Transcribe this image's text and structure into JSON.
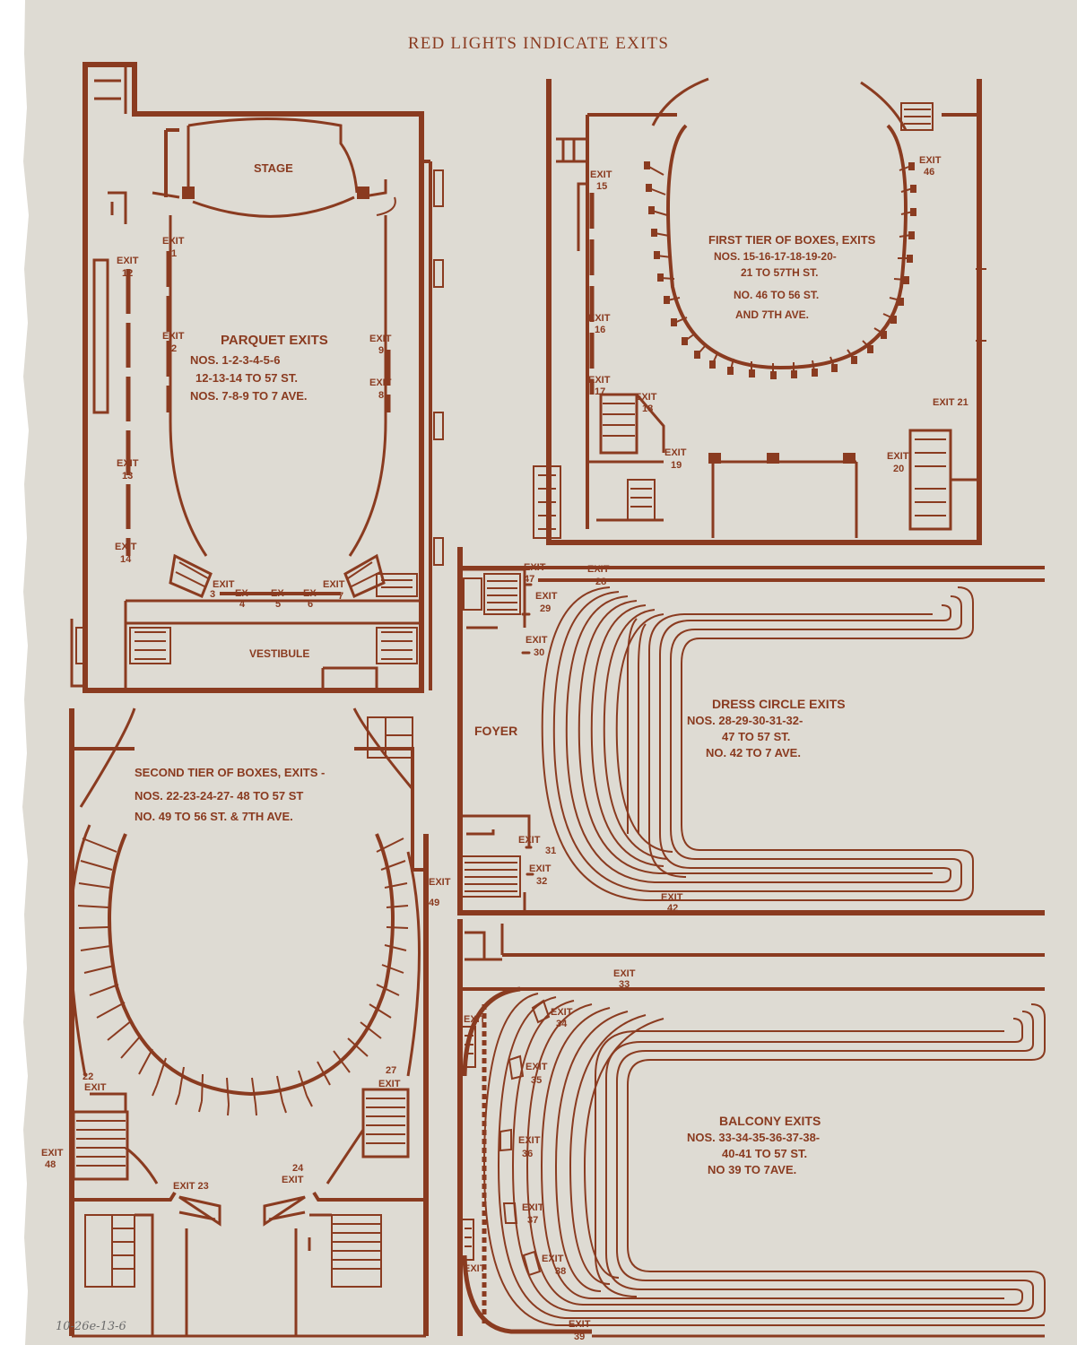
{
  "header": "RED LIGHTS INDICATE EXITS",
  "handwritten_note": "10-26e-13-6",
  "colors": {
    "ink": "#8a3b20",
    "paper": "#dedbd3"
  },
  "parquet": {
    "stage": "STAGE",
    "vestibule": "VESTIBULE",
    "title": "PARQUET EXITS",
    "line1": "NOS. 1-2-3-4-5-6",
    "line2": "12-13-14 TO 57 ST.",
    "line3": "NOS. 7-8-9 TO 7 AVE.",
    "exit_word": "EXIT",
    "ex_word": "EX",
    "exits": [
      "1",
      "2",
      "3",
      "4",
      "5",
      "6",
      "7",
      "8",
      "9",
      "12",
      "13",
      "14"
    ]
  },
  "first_tier": {
    "line1": "FIRST TIER OF BOXES, EXITS",
    "line2": "NOS. 15-16-17-18-19-20-",
    "line3": "21 TO 57TH ST.",
    "line4": "NO. 46 TO 56 ST.",
    "line5": "AND 7TH AVE.",
    "exit_word": "EXIT",
    "exit_21": "EXIT 21",
    "exits": [
      "15",
      "16",
      "17",
      "18",
      "19",
      "20",
      "46"
    ]
  },
  "second_tier": {
    "line1": "SECOND TIER OF BOXES, EXITS -",
    "line2": "NOS. 22-23-24-27- 48 TO 57 ST",
    "line3": "NO. 49 TO 56 ST. & 7TH AVE.",
    "exit_word": "EXIT",
    "exit_23": "EXIT 23",
    "exits": [
      "22",
      "24",
      "27",
      "48",
      "49"
    ]
  },
  "dress_circle": {
    "foyer": "FOYER",
    "line1": "DRESS CIRCLE EXITS",
    "line2": "NOS. 28-29-30-31-32-",
    "line3": "47 TO 57 ST.",
    "line4": "NO. 42 TO 7 AVE.",
    "exit_word": "EXIT",
    "exits": [
      "28",
      "29",
      "30",
      "31",
      "32",
      "42",
      "47"
    ]
  },
  "balcony": {
    "line1": "BALCONY EXITS",
    "line2": "NOS. 33-34-35-36-37-38-",
    "line3": "40-41 TO 57 ST.",
    "line4": "NO 39 TO 7AVE.",
    "exit_word": "EXIT",
    "exits": [
      "33",
      "34",
      "35",
      "36",
      "37",
      "38",
      "39"
    ]
  }
}
